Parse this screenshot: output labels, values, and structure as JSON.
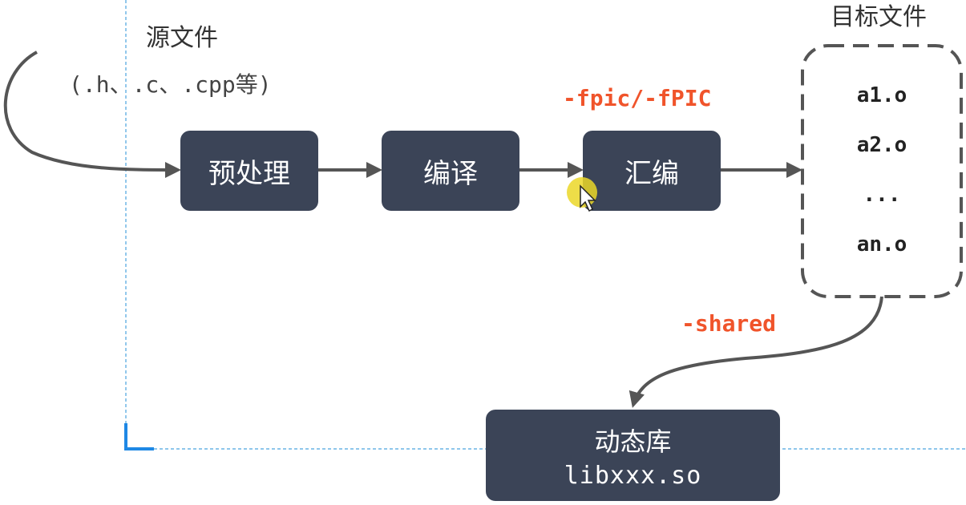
{
  "source": {
    "title": "源文件",
    "types": "(.h、.c、.cpp等)"
  },
  "steps": [
    {
      "label": "预处理"
    },
    {
      "label": "编译"
    },
    {
      "label": "汇编"
    }
  ],
  "flags": {
    "fpic": "-fpic/-fPIC",
    "shared": "-shared"
  },
  "objects": {
    "title": "目标文件",
    "files": [
      "a1.o",
      "a2.o",
      "...",
      "an.o"
    ]
  },
  "library": {
    "title": "动态库",
    "file": "libxxx.so"
  },
  "colors": {
    "box_fill": "#3b4457",
    "flag_text": "#f0542b",
    "arrow": "#555555",
    "guide": "#4aa3df"
  }
}
